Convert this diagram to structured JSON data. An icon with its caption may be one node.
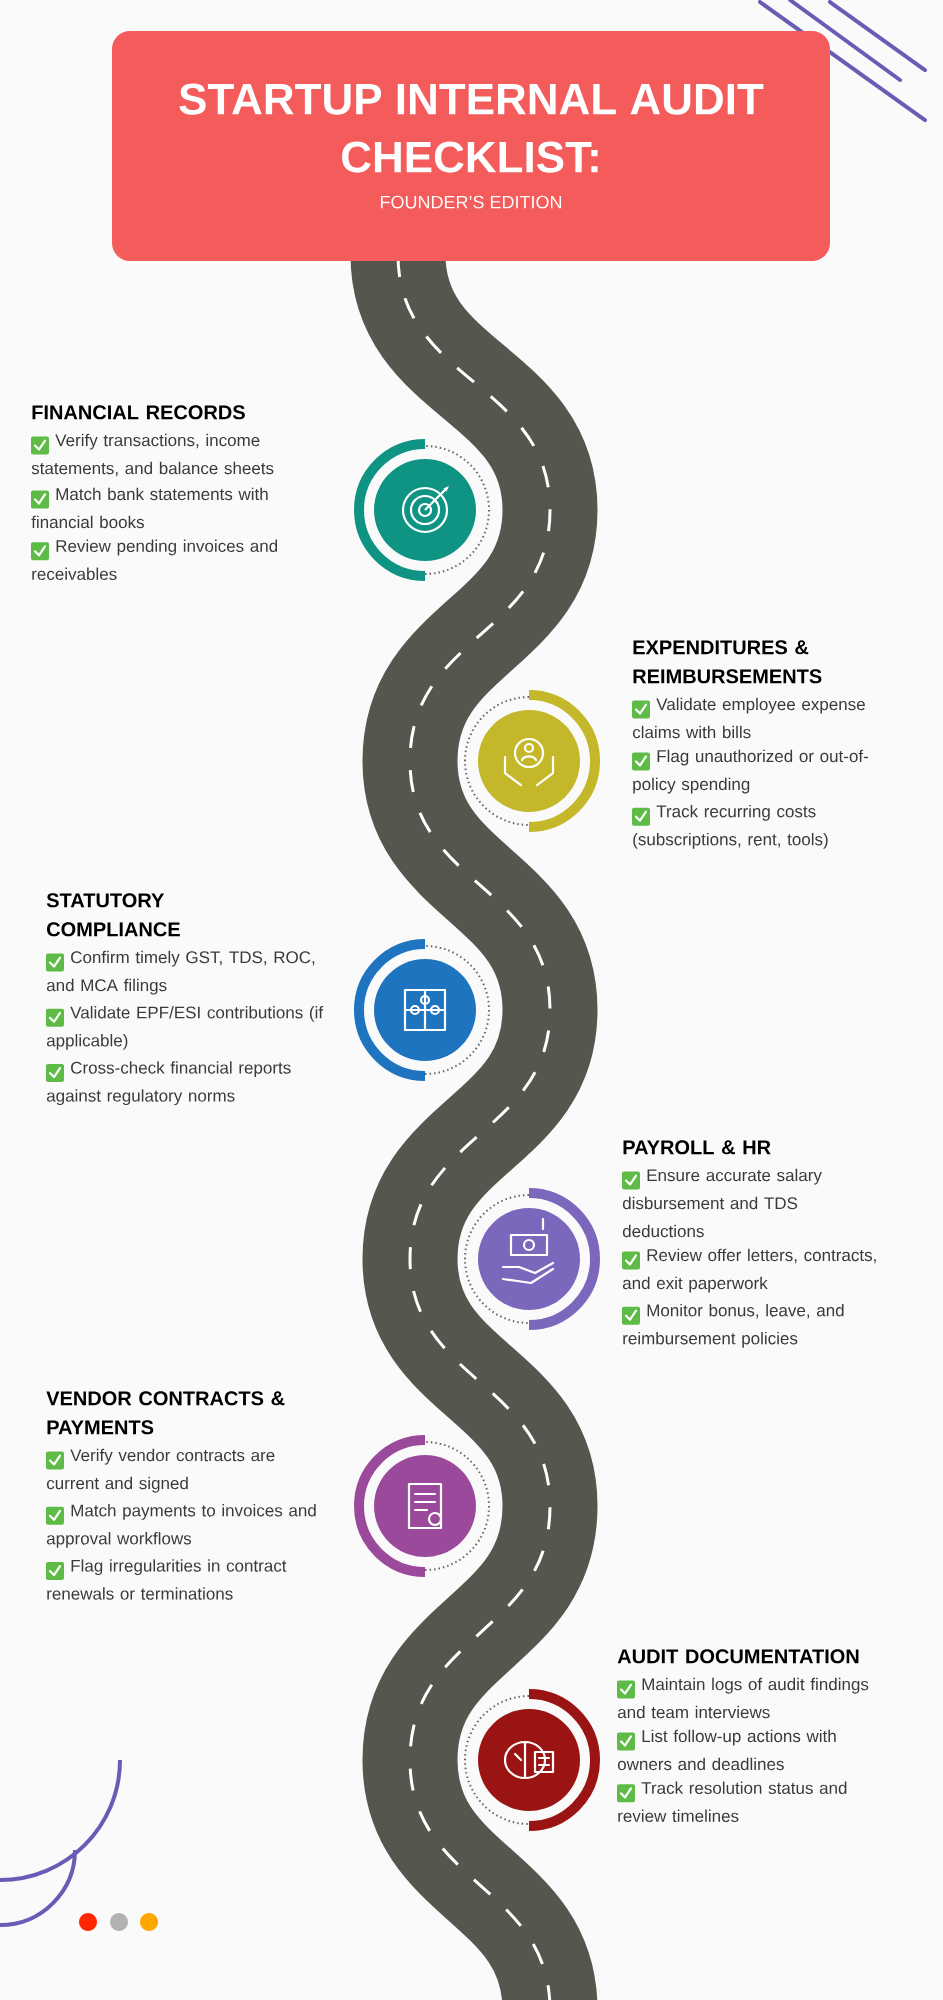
{
  "diagram": {
    "nodes": [
      {
        "text": [
          "STARTUP INTERNAL AUDIT CHECKLIST:",
          "FOUNDER’S EDITION"
        ]
      },
      {
        "text": [],
        "shape": "circle",
        "beside": [
          "FINANCIAL RECORDS",
          "Verify transactions, income statements, and balance sheets",
          "Match bank statements with financial books",
          "Review pending invoices and receivables"
        ]
      },
      {
        "text": [],
        "shape": "circle",
        "beside": [
          "EXPENDITURES & REIMBURSEMENTS",
          "Validate employee expense claims with bills",
          "Flag unauthorized or out-of-policy spending",
          "Track recurring costs (subscriptions, rent, tools)"
        ]
      },
      {
        "text": [],
        "shape": "circle",
        "beside": [
          "STATUTORY COMPLIANCE",
          "Confirm timely GST, TDS, ROC, and MCA filings",
          "Validate EPF/ESI contributions (if applicable)",
          "Cross-check financial reports against regulatory norms"
        ]
      },
      {
        "text": [],
        "shape": "circle",
        "beside": [
          "PAYROLL & HR",
          "Ensure accurate salary disbursement and TDS deductions",
          "Review offer letters, contracts, and exit paperwork",
          "Monitor bonus, leave, and reimbursement policies"
        ]
      },
      {
        "text": [],
        "shape": "circle",
        "beside": [
          "VENDOR CONTRACTS & PAYMENTS",
          "Verify vendor contracts are current and signed",
          "Match payments to invoices and approval workflows",
          "Flag irregularities in contract renewals or terminations"
        ]
      },
      {
        "text": [],
        "shape": "circle",
        "beside": [
          "AUDIT DOCUMENTATION",
          "Maintain logs of audit findings and team interviews",
          "List follow-up actions with owners and deadlines",
          "Track resolution status and review timelines"
        ]
      }
    ]
  }
}
